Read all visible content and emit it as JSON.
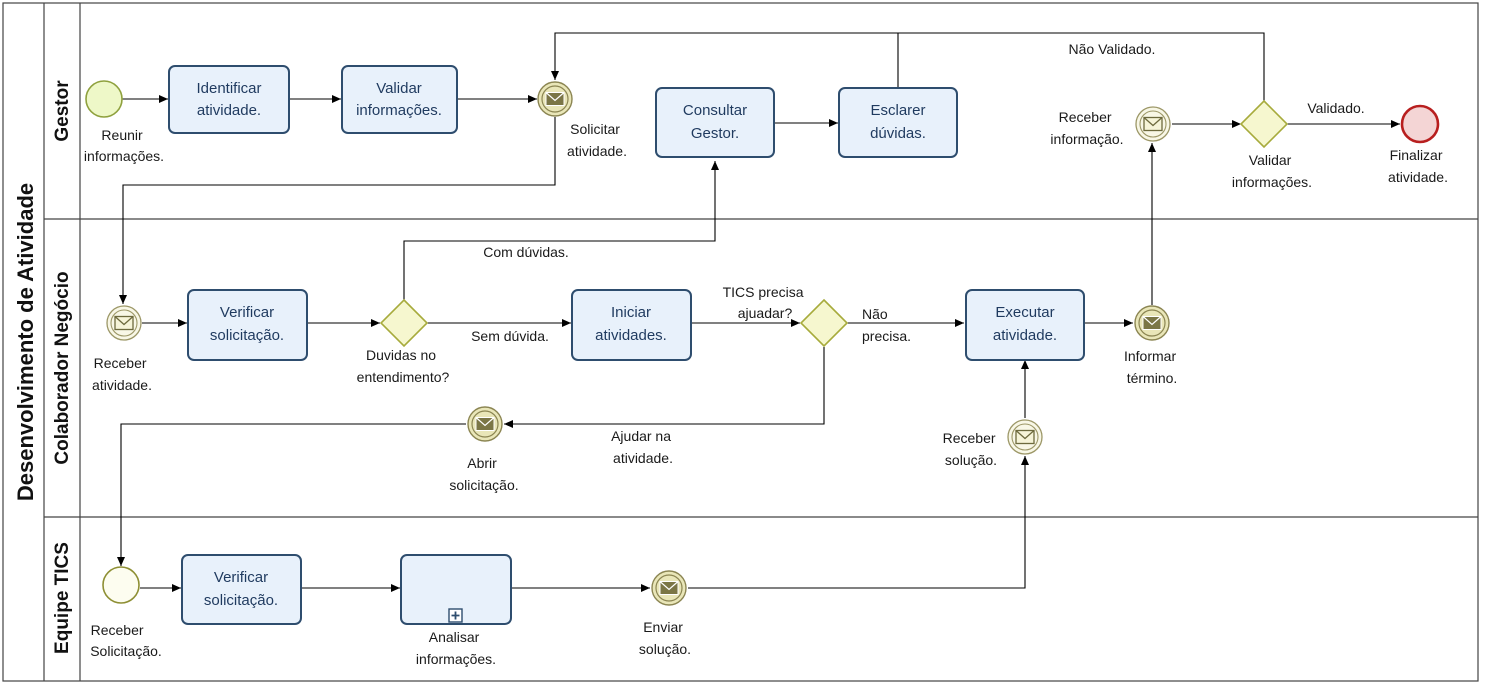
{
  "pool": {
    "title": "Desenvolvimento de Atividade"
  },
  "lanes": {
    "gestor": "Gestor",
    "colaborador": "Colaborador Negócio",
    "equipe": "Equipe TICS"
  },
  "colors": {
    "task_fill": "#e8f1fb",
    "task_stroke": "#2e4d6e",
    "start_fill": "#eef8c8",
    "gateway_fill": "#f6f7cf",
    "end_fill": "#f4d5d5",
    "end_stroke": "#b81f1f",
    "message_fill": "#e9e6b8",
    "message_stroke": "#8b8552"
  },
  "gestor": {
    "start": [
      "Reunir",
      "informações."
    ],
    "task_identificar": [
      "Identificar",
      "atividade."
    ],
    "task_validar": [
      "Validar",
      "informações."
    ],
    "msg_solicitar": [
      "Solicitar",
      "atividade."
    ],
    "task_consultar": [
      "Consultar",
      "Gestor."
    ],
    "task_esclarecer": [
      "Esclarer",
      "dúvidas."
    ],
    "msg_receber": [
      "Receber",
      "informação."
    ],
    "gateway_validar": [
      "Validar",
      "informações."
    ],
    "end": [
      "Finalizar",
      "atividade."
    ],
    "flow_nao_validado": "Não Validado.",
    "flow_validado": "Validado."
  },
  "colaborador": {
    "msg_receber": [
      "Receber",
      "atividade."
    ],
    "task_verificar": [
      "Verificar",
      "solicitação."
    ],
    "gateway_duvidas": [
      "Duvidas no",
      "entendimento?"
    ],
    "flow_com_duvidas": "Com dúvidas.",
    "flow_sem_duvida": "Sem dúvida.",
    "task_iniciar": [
      "Iniciar",
      "atividades."
    ],
    "gateway_tics": [
      "TICS precisa",
      "ajuadar?"
    ],
    "flow_nao_precisa": [
      "Não",
      "precisa."
    ],
    "task_executar": [
      "Executar",
      "atividade."
    ],
    "msg_informar": [
      "Informar",
      "término."
    ],
    "flow_ajudar": [
      "Ajudar na",
      "atividade."
    ],
    "msg_abrir": [
      "Abrir",
      "solicitação."
    ],
    "msg_receber_solucao": [
      "Receber",
      "solução."
    ]
  },
  "equipe": {
    "start": [
      "Receber",
      "Solicitação."
    ],
    "task_verificar": [
      "Verificar",
      "solicitação."
    ],
    "subprocess_analisar": [
      "Analisar",
      "informações."
    ],
    "msg_enviar": [
      "Enviar",
      "solução."
    ]
  }
}
